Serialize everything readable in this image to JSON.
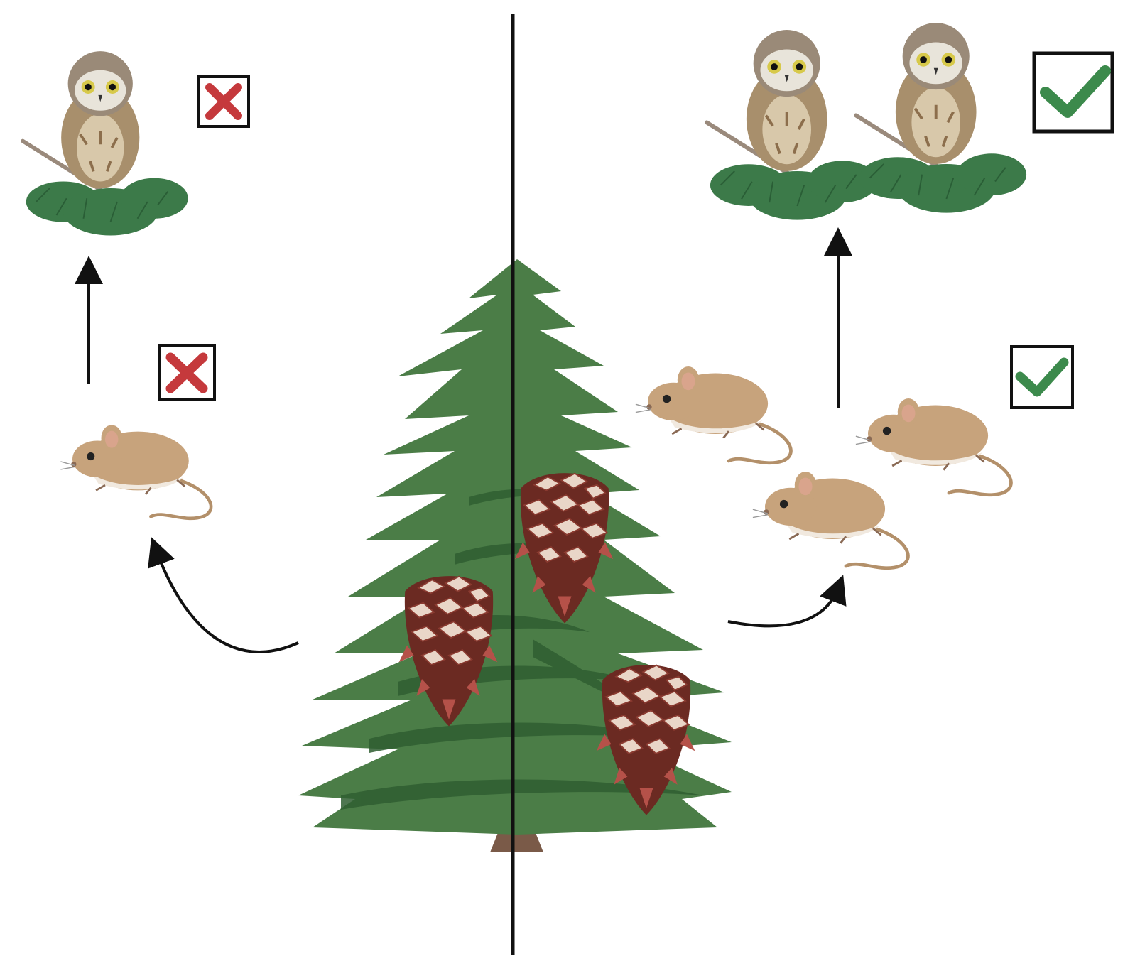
{
  "colors": {
    "background": "#ffffff",
    "divider": "#111111",
    "foliage": "#4b7d47",
    "foliage_dark": "#2f5e31",
    "trunk": "#7a5a48",
    "cone_scale": "#e9d6c8",
    "cone_dark": "#6b2a22",
    "cone_red": "#b55149",
    "mouse_fur": "#c7a37c",
    "mouse_belly": "#f1e9df",
    "mouse_ear": "#d9a48c",
    "owl_body": "#a88f6c",
    "owl_face": "#e8e4da",
    "owl_eye": "#d7c94a",
    "twig_green": "#3c7a49",
    "fail_mark": "#c5393c",
    "success_mark": "#3c8a4c",
    "arrow": "#111111"
  },
  "panels": [
    {
      "side": "left",
      "owl_count": 1,
      "mouse_count": 1,
      "cone_count": 1,
      "owl_status_icon": "cross-icon",
      "mouse_status_icon": "cross-icon"
    },
    {
      "side": "right",
      "owl_count": 2,
      "mouse_count": 3,
      "cone_count": 2,
      "owl_status_icon": "checkmark-icon",
      "mouse_status_icon": "checkmark-icon"
    }
  ]
}
